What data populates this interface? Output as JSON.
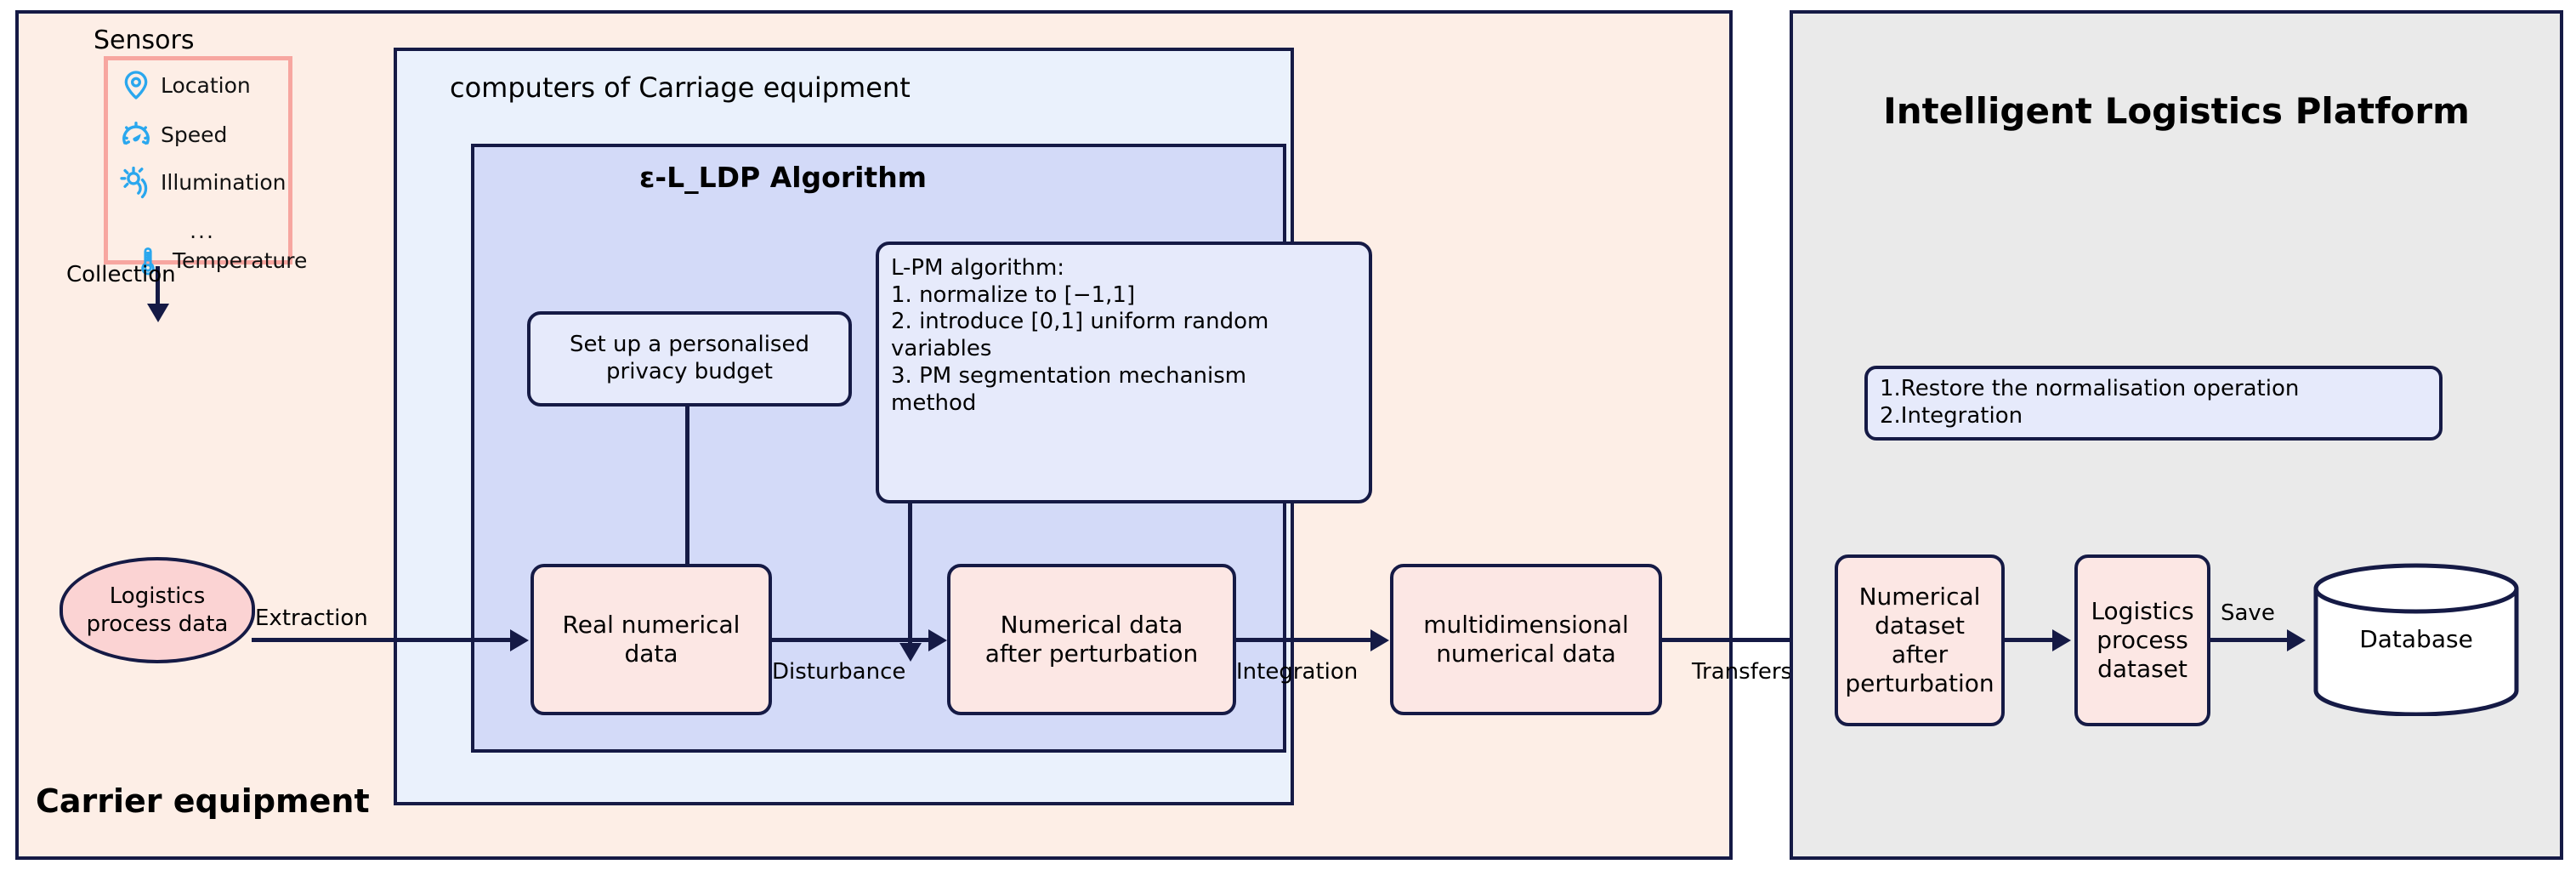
{
  "diagram": {
    "carrier": {
      "label": "Carrier equipment",
      "sensors": {
        "title": "Sensors",
        "items": [
          {
            "icon": "location-pin-icon",
            "label": "Location"
          },
          {
            "icon": "speedometer-icon",
            "label": "Speed"
          },
          {
            "icon": "sun-illumination-icon",
            "label": "Illumination"
          },
          {
            "icon": "thermometer-icon",
            "label": "Temperature"
          }
        ],
        "ellipsis": "..."
      },
      "collection_label": "Collection",
      "logistics_process_data": "Logistics\nprocess data",
      "computers_title": "computers of Carriage equipment",
      "algorithm": {
        "title": "ε-L_LDP Algorithm",
        "budget_box": "Set up a personalised\nprivacy budget",
        "lpm_box": {
          "heading": "L-PM algorithm:",
          "lines": [
            "1. normalize to [−1,1]",
            "2. introduce [0,1] uniform random",
            "variables",
            "3. PM segmentation mechanism",
            "method"
          ]
        },
        "nodes": {
          "real": "Real numerical\ndata",
          "perturbed": "Numerical data\nafter perturbation",
          "multidimensional": "multidimensional\nnumerical data"
        },
        "edges": {
          "extraction": "Extraction",
          "disturbance": "Disturbance",
          "integration": "Integration"
        }
      },
      "transfers_label": "Transfers"
    },
    "platform": {
      "title": "Intelligent Logistics Platform",
      "restore_box": {
        "lines": [
          "1.Restore the normalisation operation",
          "2.Integration"
        ]
      },
      "nodes": {
        "numerical_dataset": "Numerical\ndataset after\nperturbation",
        "logistics_process_dataset": "Logistics\nprocess\ndataset",
        "database": "Database"
      },
      "edges": {
        "save": "Save"
      }
    },
    "colors": {
      "carrier_bg": "#FDEEE6",
      "platform_bg": "#EAEAEA",
      "computers_bg": "#EAF1FC",
      "algorithm_bg": "#D3DAF8",
      "node_pink": "#FCE7E4",
      "node_lavender": "#E6EAFB",
      "ellipse_pink": "#FBD3D3",
      "border": "#151A45",
      "sensor_box_border": "#F7A6A0",
      "icon_blue": "#2AA7EE"
    }
  }
}
